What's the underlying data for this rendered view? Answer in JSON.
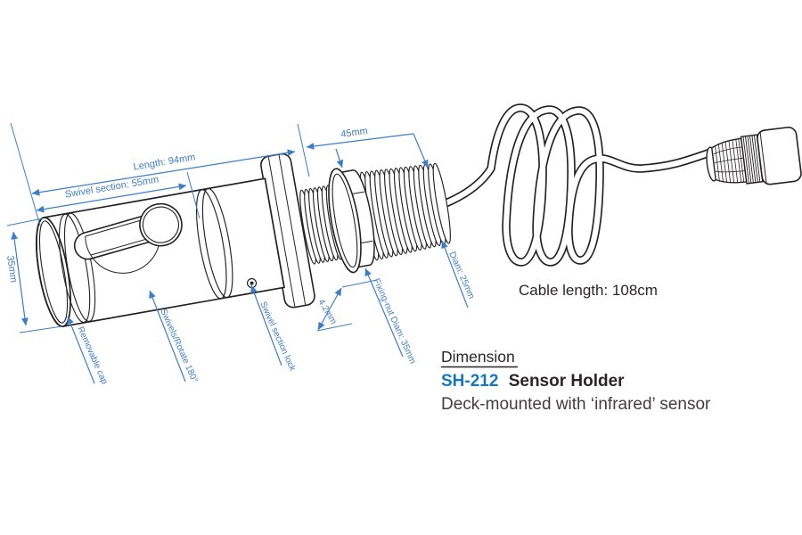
{
  "annotations": {
    "length": "Length: 94mm",
    "swivel_section": "Swivel section: 55mm",
    "thread_length": "45mm",
    "body_diameter": "35mm",
    "plate_thickness": "4.2mm",
    "fixing_nut_diam": "Fixing-nut Diam: 35mm",
    "thread_diam": "Diam: 25mm",
    "removable_cap": "Removable cap",
    "swivel_rotate": "Swivels/Rotate 180°",
    "swivel_lock": "Swivel section lock",
    "cable_length": "Cable length: 108cm"
  },
  "caption": {
    "heading": "Dimension",
    "model": "SH-212",
    "product": "Sensor Holder",
    "subtitle": "Deck-mounted with ‘infrared’ sensor"
  },
  "colors": {
    "dimension_blue": "#3e7cca",
    "brand_blue": "#1578be",
    "line_dark": "#242122",
    "caption_dark": "#2a2627",
    "subtitle_gray": "#413d3e"
  }
}
